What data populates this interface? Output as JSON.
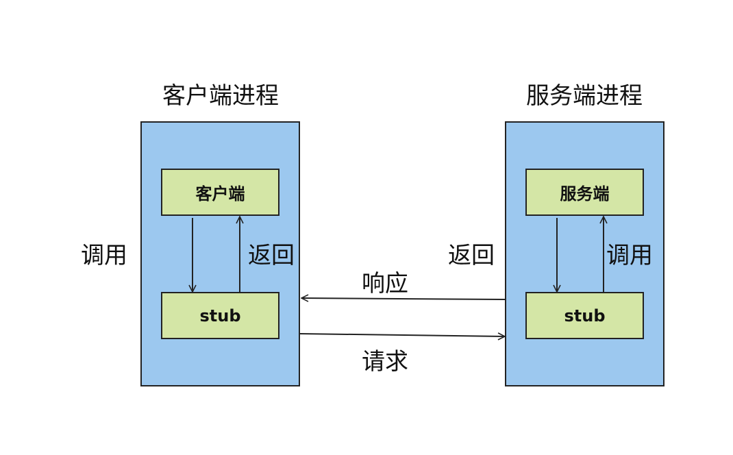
{
  "client": {
    "process_title": "客户端进程",
    "module_label": "客户端",
    "stub_label": "stub",
    "call_label": "调用",
    "return_label": "返回"
  },
  "server": {
    "process_title": "服务端进程",
    "module_label": "服务端",
    "stub_label": "stub",
    "call_label": "调用",
    "return_label": "返回"
  },
  "network": {
    "response_label": "响应",
    "request_label": "请求"
  },
  "colors": {
    "process_fill": "#9cc8ef",
    "module_fill": "#d4e6a6",
    "stroke": "#222222"
  }
}
